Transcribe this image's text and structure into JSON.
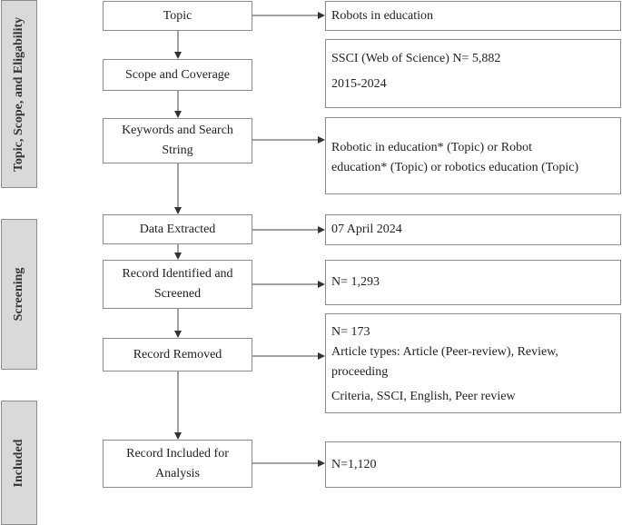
{
  "phases": {
    "topic_scope": "Topic, Scope, and Eligability",
    "screening": "Screening",
    "included": "Included"
  },
  "steps": {
    "topic": [
      "Topic"
    ],
    "scope": [
      "Scope and Coverage"
    ],
    "keywords": [
      "Keywords and Search",
      "String"
    ],
    "data_extracted": [
      "Data Extracted"
    ],
    "record_identified": [
      "Record Identified and",
      "Screened"
    ],
    "record_removed": [
      "Record Removed"
    ],
    "record_included": [
      "Record Included for",
      "Analysis"
    ]
  },
  "details": {
    "topic": "Robots in education",
    "scope_source": "SSCI (Web of Science) N= 5,882",
    "scope_years": "2015-2024",
    "keywords_line1": "Robotic in education* (Topic) or Robot",
    "keywords_line2": "education* (Topic) or robotics education (Topic)",
    "data_extracted": "07 April 2024",
    "record_identified": "N= 1,293",
    "removed_count": "N= 173",
    "removed_types_line1": "Article types: Article (Peer-review), Review,",
    "removed_types_line2": "proceeding",
    "removed_criteria": "Criteria, SSCI, English, Peer review",
    "record_included": "N=1,120"
  }
}
